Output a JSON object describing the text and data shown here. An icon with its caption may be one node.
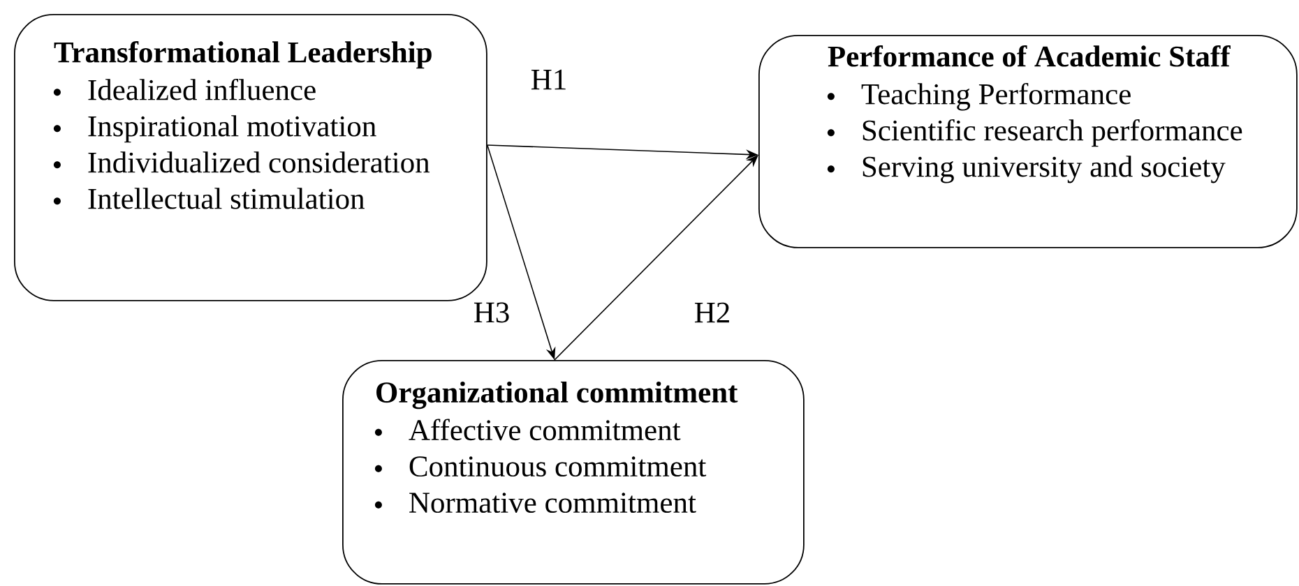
{
  "diagram": {
    "nodes": [
      {
        "text": [
          "Transformational Leadership",
          "Idealized influence",
          "Inspirational motivation",
          "Individualized consideration",
          "Intellectual stimulation"
        ]
      },
      {
        "text": [
          "Performance of Academic Staff",
          "Teaching Performance",
          "Scientific research performance",
          "Serving university and society"
        ]
      },
      {
        "text": [
          "Organizational commitment",
          "Affective commitment",
          "Continuous commitment",
          "Normative commitment"
        ]
      }
    ],
    "edges": [
      {
        "from": 0,
        "to": 1,
        "arrow": "to",
        "label": "H1"
      },
      {
        "from": 0,
        "to": 2,
        "arrow": "to",
        "label": "H3"
      },
      {
        "from": 2,
        "to": 1,
        "arrow": "to",
        "label": "H2"
      }
    ]
  }
}
